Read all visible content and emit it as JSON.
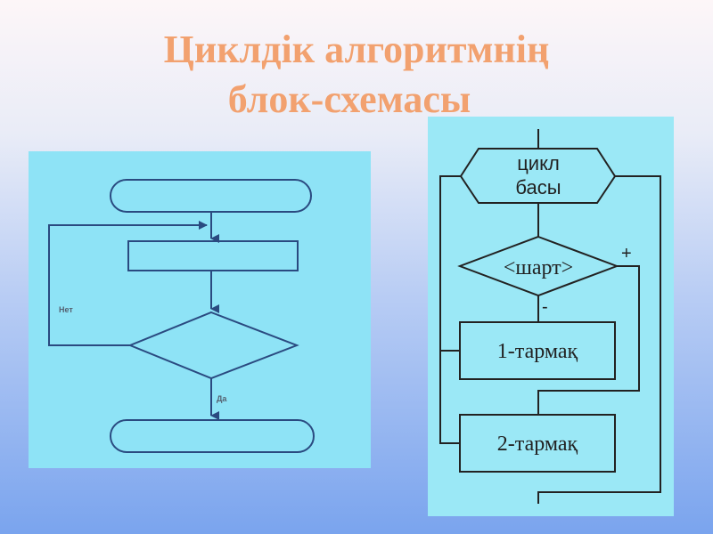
{
  "slide": {
    "title_line1": "Циклдік алгоритмнің",
    "title_line2": "блок-схемасы"
  },
  "left_flowchart": {
    "no_label": "Нет",
    "yes_label": "Да"
  },
  "right_flowchart": {
    "loop_start_line1": "цикл",
    "loop_start_line2": "басы",
    "condition": "<шарт>",
    "plus_label": "+",
    "minus_label": "-",
    "branch1": "1-тармақ",
    "branch2": "2-тармақ"
  },
  "colors": {
    "title": "#f2a16f",
    "panel_bg": "#8ee3f6",
    "left_lines": "#2a4a80",
    "right_lines": "#222222"
  }
}
